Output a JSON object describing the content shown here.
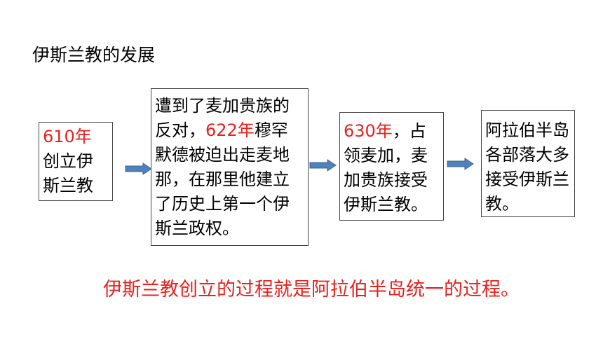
{
  "title": "伊斯兰教的发展",
  "colors": {
    "highlight": "#e8211d",
    "arrow_fill": "#4f81bd",
    "arrow_stroke": "#3a6592",
    "box_border": "#444444"
  },
  "boxes": [
    {
      "lines": [
        {
          "parts": [
            {
              "text": "610年",
              "red": true
            }
          ]
        },
        {
          "parts": [
            {
              "text": "创立伊",
              "red": false
            }
          ]
        },
        {
          "parts": [
            {
              "text": "斯兰教",
              "red": false
            }
          ]
        }
      ]
    },
    {
      "lines": [
        {
          "parts": [
            {
              "text": "遭到了麦加贵族的",
              "red": false
            }
          ]
        },
        {
          "parts": [
            {
              "text": "反对，",
              "red": false
            },
            {
              "text": "622年",
              "red": true
            },
            {
              "text": "穆罕",
              "red": false
            }
          ]
        },
        {
          "parts": [
            {
              "text": "默德被迫出走麦地",
              "red": false
            }
          ]
        },
        {
          "parts": [
            {
              "text": "那，在那里他建立",
              "red": false
            }
          ]
        },
        {
          "parts": [
            {
              "text": "了历史上第一个伊",
              "red": false
            }
          ]
        },
        {
          "parts": [
            {
              "text": "斯兰政权。",
              "red": false
            }
          ]
        }
      ]
    },
    {
      "lines": [
        {
          "parts": [
            {
              "text": "630年",
              "red": true
            },
            {
              "text": "，占",
              "red": false
            }
          ]
        },
        {
          "parts": [
            {
              "text": "领麦加，麦",
              "red": false
            }
          ]
        },
        {
          "parts": [
            {
              "text": "加贵族接受",
              "red": false
            }
          ]
        },
        {
          "parts": [
            {
              "text": "伊斯兰教。",
              "red": false
            }
          ]
        }
      ]
    },
    {
      "lines": [
        {
          "parts": [
            {
              "text": "阿拉伯半岛",
              "red": false
            }
          ]
        },
        {
          "parts": [
            {
              "text": "各部落大多",
              "red": false
            }
          ]
        },
        {
          "parts": [
            {
              "text": "接受伊斯兰",
              "red": false
            }
          ]
        },
        {
          "parts": [
            {
              "text": "教。",
              "red": false
            }
          ]
        }
      ]
    }
  ],
  "conclusion": "伊斯兰教创立的过程就是阿拉伯半岛统一的过程。"
}
